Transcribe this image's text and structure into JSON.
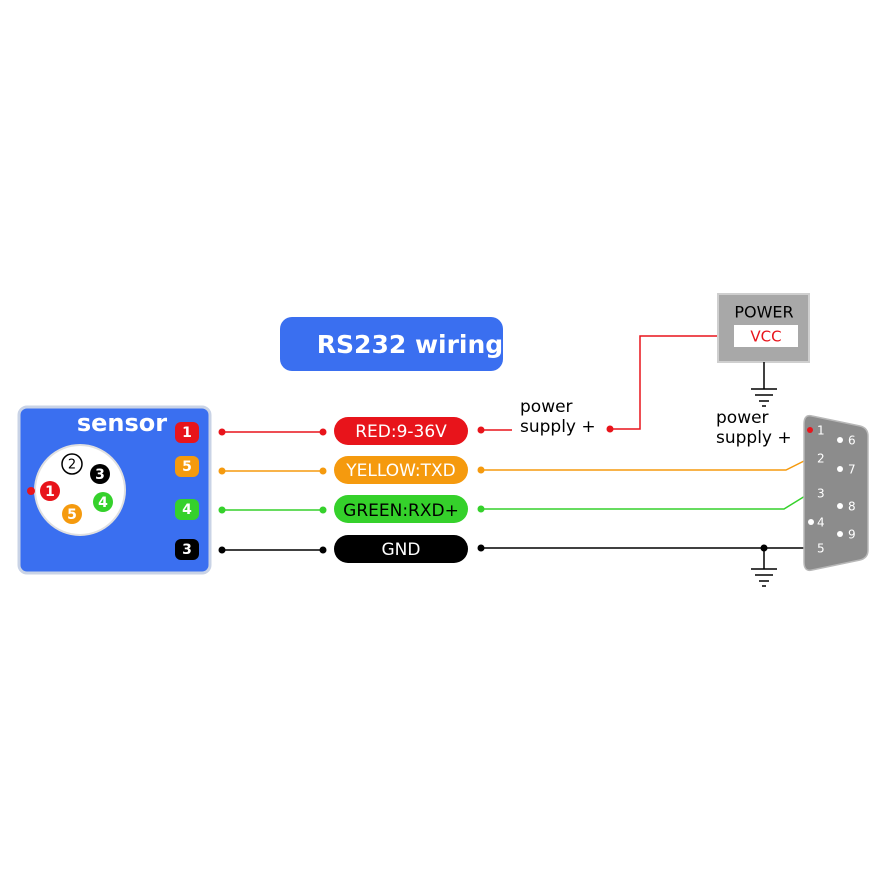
{
  "title": "RS232 wiring",
  "sensor": {
    "label": "sensor",
    "connector_pins": [
      "1",
      "2",
      "3",
      "4",
      "5"
    ],
    "pin_badges": [
      {
        "num": "1",
        "color": "#e8141b",
        "text_color": "#ffffff"
      },
      {
        "num": "5",
        "color": "#f59a0e",
        "text_color": "#ffffff"
      },
      {
        "num": "4",
        "color": "#35d12b",
        "text_color": "#ffffff"
      },
      {
        "num": "3",
        "color": "#000000",
        "text_color": "#ffffff"
      }
    ]
  },
  "wires": [
    {
      "label": "RED:9-36V",
      "color": "#e8141b",
      "pill_text_color": "#ffffff"
    },
    {
      "label": "YELLOW:TXD",
      "color": "#f59a0e",
      "pill_text_color": "#ffffff"
    },
    {
      "label": "GREEN:RXD+",
      "color": "#35d12b",
      "pill_text_color": "#000000"
    },
    {
      "label": "GND",
      "color": "#000000",
      "pill_text_color": "#ffffff"
    }
  ],
  "power_supply_label_1": [
    "power",
    "supply +"
  ],
  "power_supply_label_2": [
    "power",
    "supply +"
  ],
  "power_box": {
    "title": "POWER",
    "vcc": "VCC"
  },
  "db9": {
    "left_pins": [
      "1",
      "2",
      "3",
      "4",
      "5"
    ],
    "right_pins": [
      "6",
      "7",
      "8",
      "9"
    ]
  },
  "colors": {
    "sensor_blue": "#3a6ff0",
    "title_blue": "#3a6ff0",
    "db9_gray": "#8c8c8c",
    "power_gray": "#a8a8a8"
  }
}
